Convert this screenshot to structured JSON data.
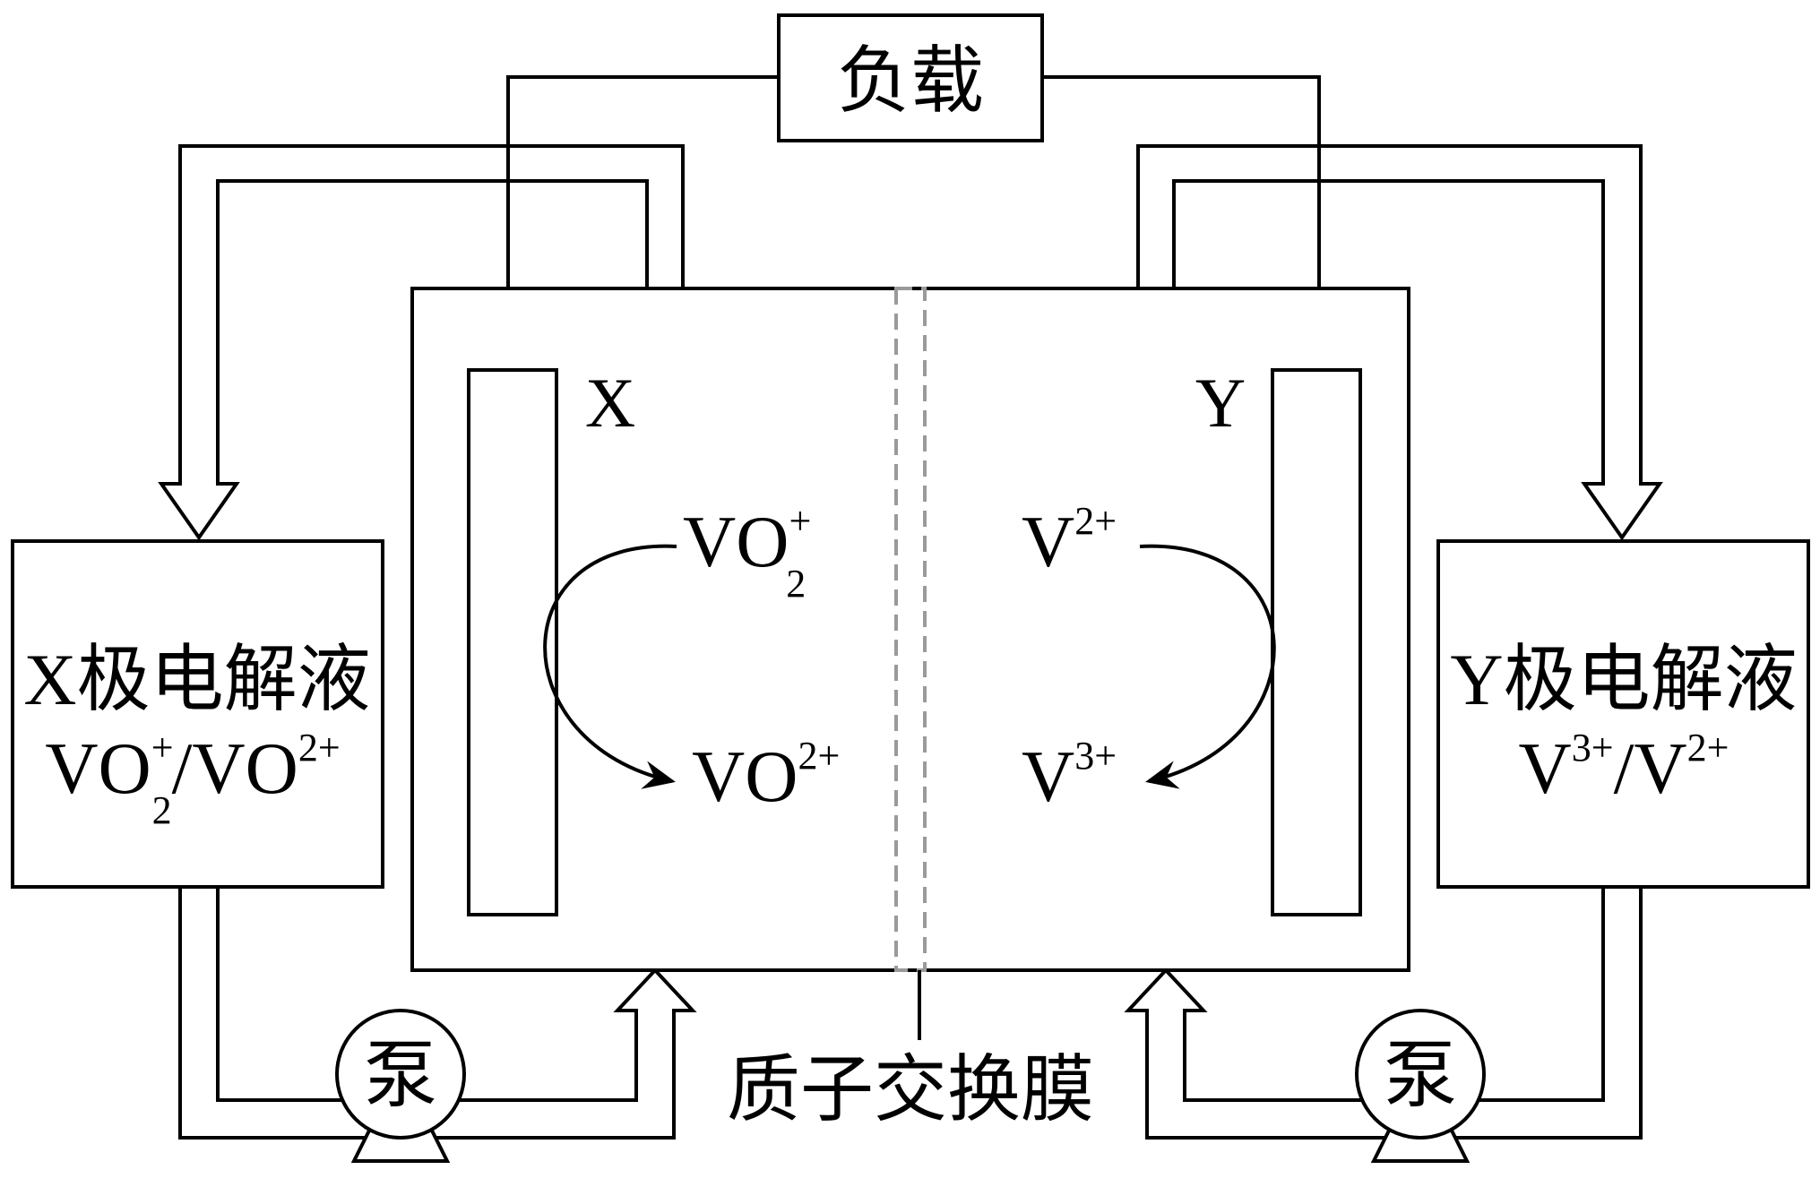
{
  "load": {
    "label": "负载"
  },
  "electrode_x": {
    "label": "X"
  },
  "electrode_y": {
    "label": "Y"
  },
  "reservoir_x": {
    "title": "X极电解液",
    "species_a_base": "VO",
    "species_a_sub": "2",
    "species_a_sup": "+",
    "separator": "/",
    "species_b_base": "VO",
    "species_b_sup": "2+"
  },
  "reservoir_y": {
    "title": "Y极电解液",
    "species_a_base": "V",
    "species_a_sup": "3+",
    "separator": "/",
    "species_b_base": "V",
    "species_b_sup": "2+"
  },
  "left_reaction": {
    "from_base": "VO",
    "from_sub": "2",
    "from_sup": "+",
    "to_base": "VO",
    "to_sup": "2+"
  },
  "right_reaction": {
    "from_base": "V",
    "from_sup": "2+",
    "to_base": "V",
    "to_sup": "3+"
  },
  "pump_left": {
    "label": "泵"
  },
  "pump_right": {
    "label": "泵"
  },
  "membrane": {
    "label": "质子交换膜",
    "color": "#9a9a9a"
  }
}
